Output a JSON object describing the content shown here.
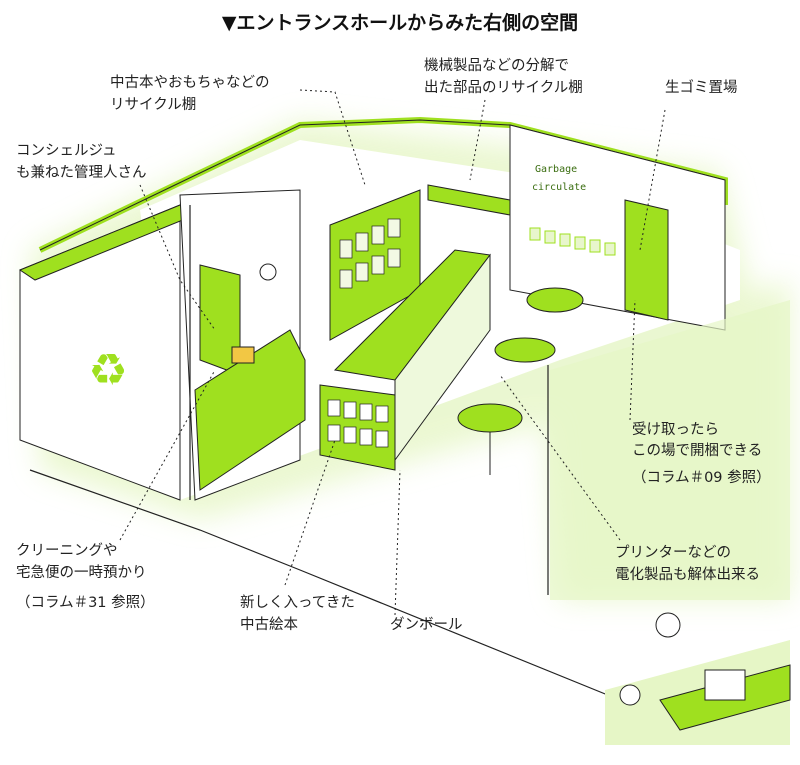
{
  "title": "▼エントランスホールからみた右側の空間",
  "labels": {
    "recycle_shelf": [
      "中古本やおもちゃなどの",
      "リサイクル棚"
    ],
    "parts_shelf": [
      "機械製品などの分解で",
      "出た部品のリサイクル棚"
    ],
    "garbage": [
      "生ゴミ置場"
    ],
    "concierge": [
      "コンシェルジュ",
      "も兼ねた管理人さん"
    ],
    "unpack": [
      "受け取ったら",
      "この場で開梱できる",
      "（コラム＃09 参照）"
    ],
    "storage": [
      "クリーニングや",
      "宅急便の一時預かり",
      "（コラム＃31 参照）"
    ],
    "printer": [
      "プリンターなどの",
      "電化製品も解体出来る"
    ],
    "picture_books": [
      "新しく入ってきた",
      "中古絵本"
    ],
    "cardboard": [
      "ダンボール"
    ]
  },
  "wall_sign": [
    "Garbage",
    "circulate"
  ],
  "colors": {
    "accent": "#9fe01f",
    "glow": "#e6f6c6",
    "line": "#222222"
  }
}
